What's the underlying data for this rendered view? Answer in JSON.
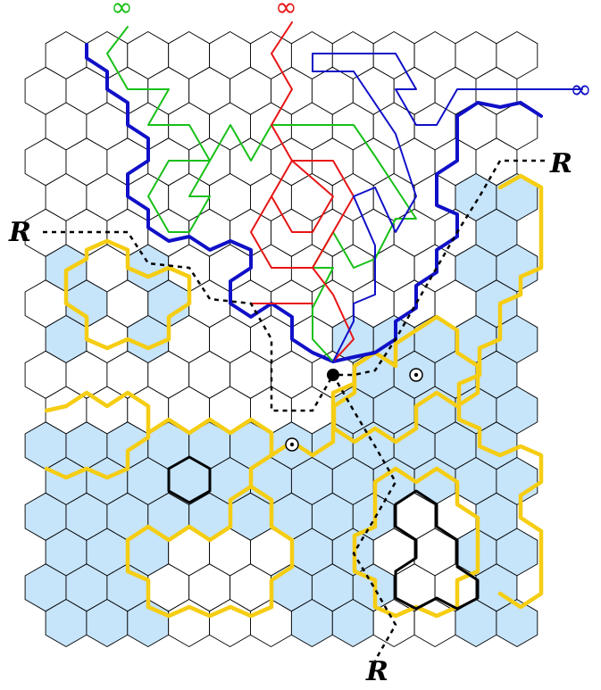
{
  "labels": {
    "r_left": "R",
    "r_right": "R",
    "r_bottom": "R",
    "inf_green": "∞",
    "inf_red": "∞",
    "inf_blue": "∞"
  },
  "colors": {
    "shaded": "#c6e4fa",
    "yellow": "#f5cd13",
    "blue": "#1010c8",
    "green": "#18c018",
    "red": "#e81414",
    "black": "#000000",
    "background": "#ffffff"
  },
  "icons": {
    "origin": "filled-dot",
    "targets": "circled-dot-icon"
  }
}
